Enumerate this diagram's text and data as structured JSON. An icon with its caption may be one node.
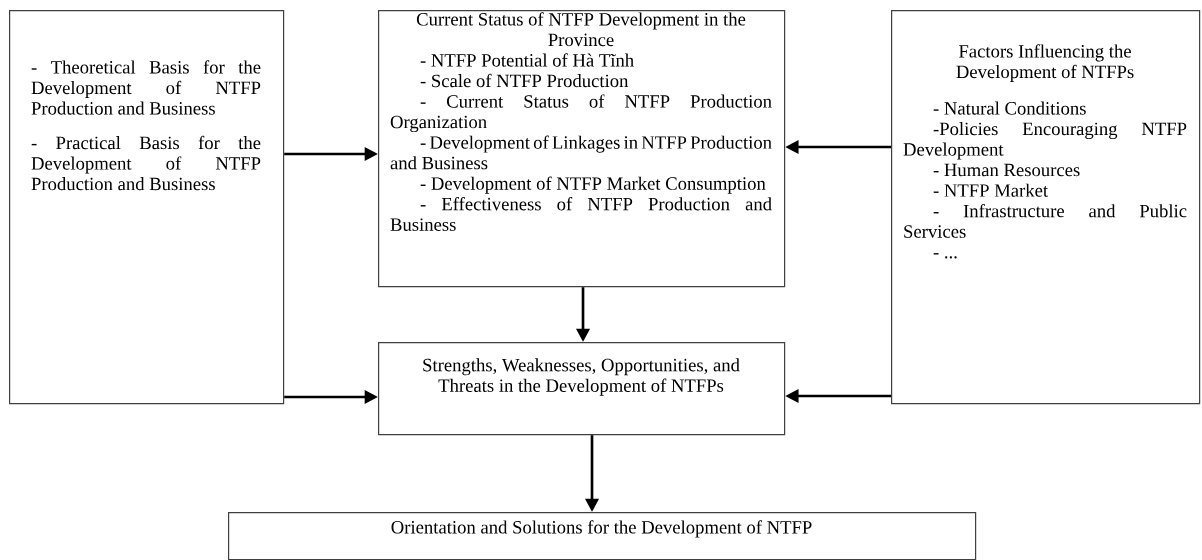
{
  "diagram": {
    "nodes": [
      {
        "text": [
          "- Theoretical Basis for the Development of NTFP Production and Business",
          "- Practical Basis for the Development of NTFP Production and Business"
        ]
      },
      {
        "text": [
          "Current Status of NTFP Development in the Province",
          "- NTFP Potential of Hà Tĩnh",
          "- Scale of NTFP Production",
          "- Current Status of NTFP Production Organization",
          "- Development of Linkages in NTFP Production and Business",
          "- Development of NTFP Market Consumption",
          "- Effectiveness of NTFP Production and Business"
        ]
      },
      {
        "text": [
          "Factors Influencing the Development of NTFPs",
          "- Natural Conditions",
          "-Policies Encouraging NTFP Development",
          "- Human Resources",
          "- NTFP Market",
          "- Infrastructure and Public Services",
          "- ..."
        ]
      },
      {
        "text": [
          "Strengths, Weaknesses, Opportunities, and Threats in the Development of NTFPs"
        ]
      },
      {
        "text": [
          "Orientation and Solutions for the Development of NTFP"
        ]
      }
    ],
    "edges": [
      {
        "from": 0,
        "to": 1,
        "arrow": "to"
      },
      {
        "from": 0,
        "to": 3,
        "arrow": "to"
      },
      {
        "from": 2,
        "to": 1,
        "arrow": "to"
      },
      {
        "from": 2,
        "to": 3,
        "arrow": "to"
      },
      {
        "from": 1,
        "to": 3,
        "arrow": "to"
      },
      {
        "from": 3,
        "to": 4,
        "arrow": "to"
      }
    ]
  }
}
